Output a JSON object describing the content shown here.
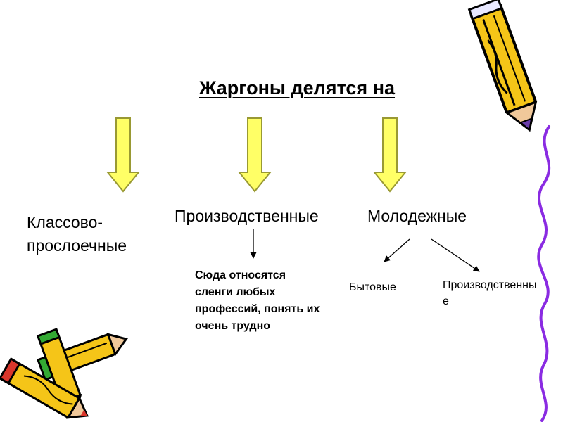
{
  "title": "Жаргоны делятся на",
  "categories": [
    {
      "label": "Классово-прослоечные"
    },
    {
      "label": "Производственные"
    },
    {
      "label": "Молодежные"
    }
  ],
  "note": "Сюда относятся сленги любых профессий, понять их очень трудно",
  "subcategories": [
    {
      "label": "Бытовые"
    },
    {
      "label": "Производственные"
    }
  ],
  "colors": {
    "arrow_fill": "#ffff66",
    "arrow_stroke": "#999933",
    "pencil_yellow": "#f5c518",
    "pencil_red": "#d9362b",
    "squiggle_purple": "#8a2be2"
  }
}
